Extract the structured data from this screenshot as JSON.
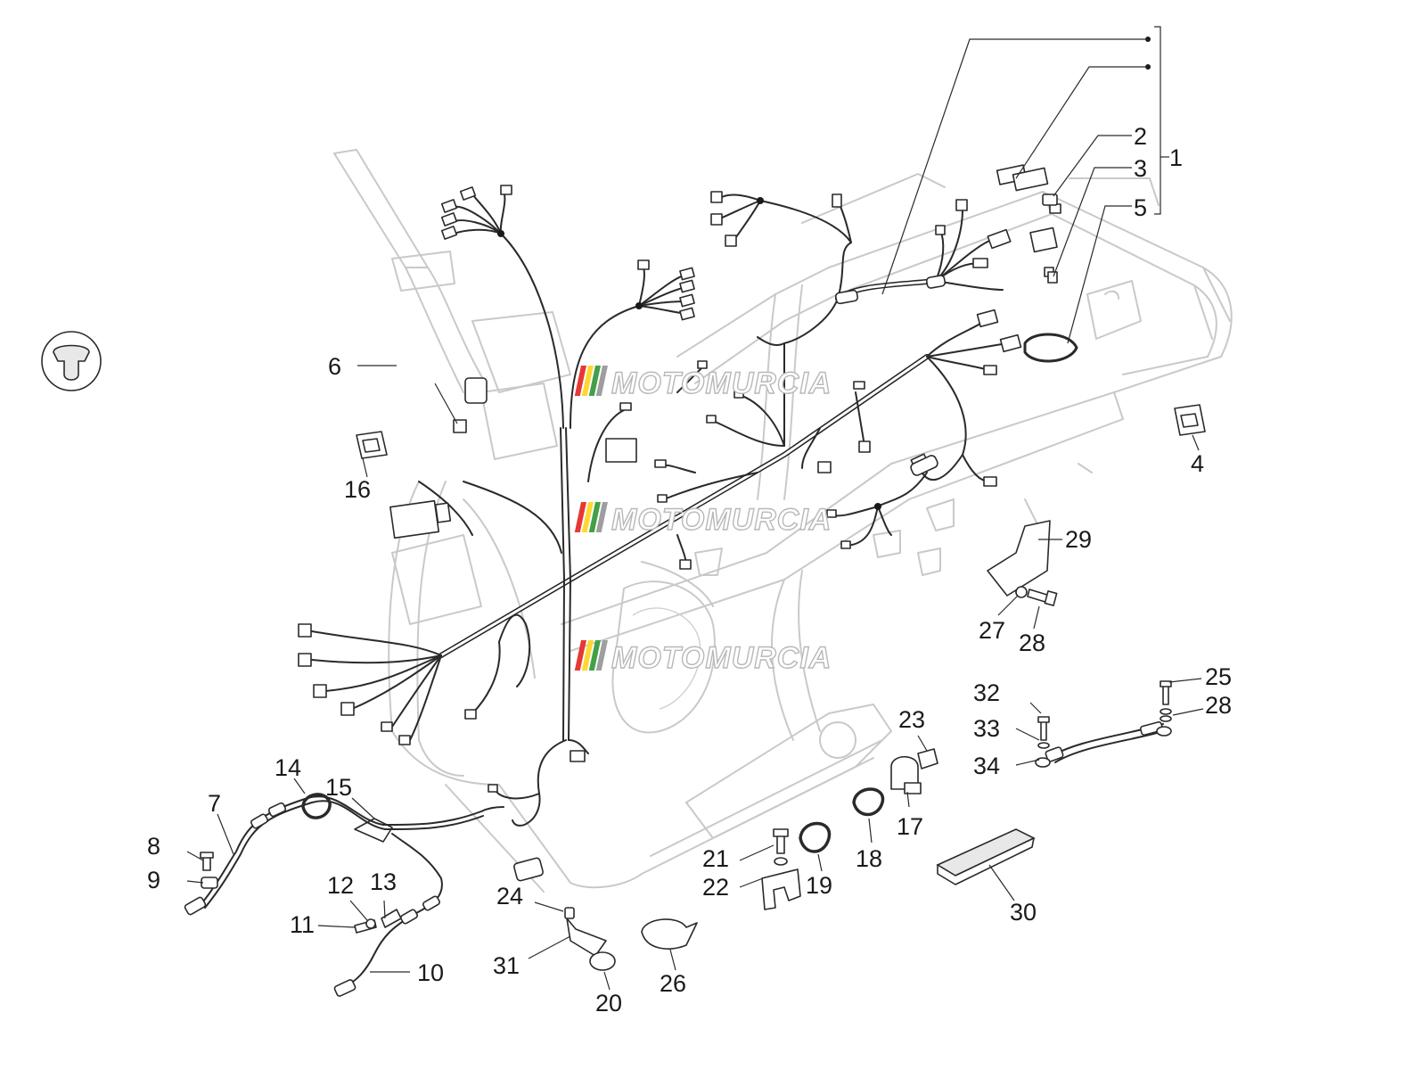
{
  "watermark": {
    "text": "MOTOMURCIA",
    "stripe_colors": [
      "#e53935",
      "#fdd835",
      "#43a047",
      "#9e9e9e"
    ]
  },
  "callouts": [
    "1",
    "2",
    "3",
    "4",
    "5",
    "6",
    "7",
    "8",
    "9",
    "10",
    "11",
    "12",
    "13",
    "14",
    "15",
    "16",
    "17",
    "18",
    "19",
    "20",
    "21",
    "22",
    "23",
    "24",
    "25",
    "26",
    "27",
    "28",
    "28",
    "29",
    "30",
    "31",
    "32",
    "33",
    "34"
  ]
}
